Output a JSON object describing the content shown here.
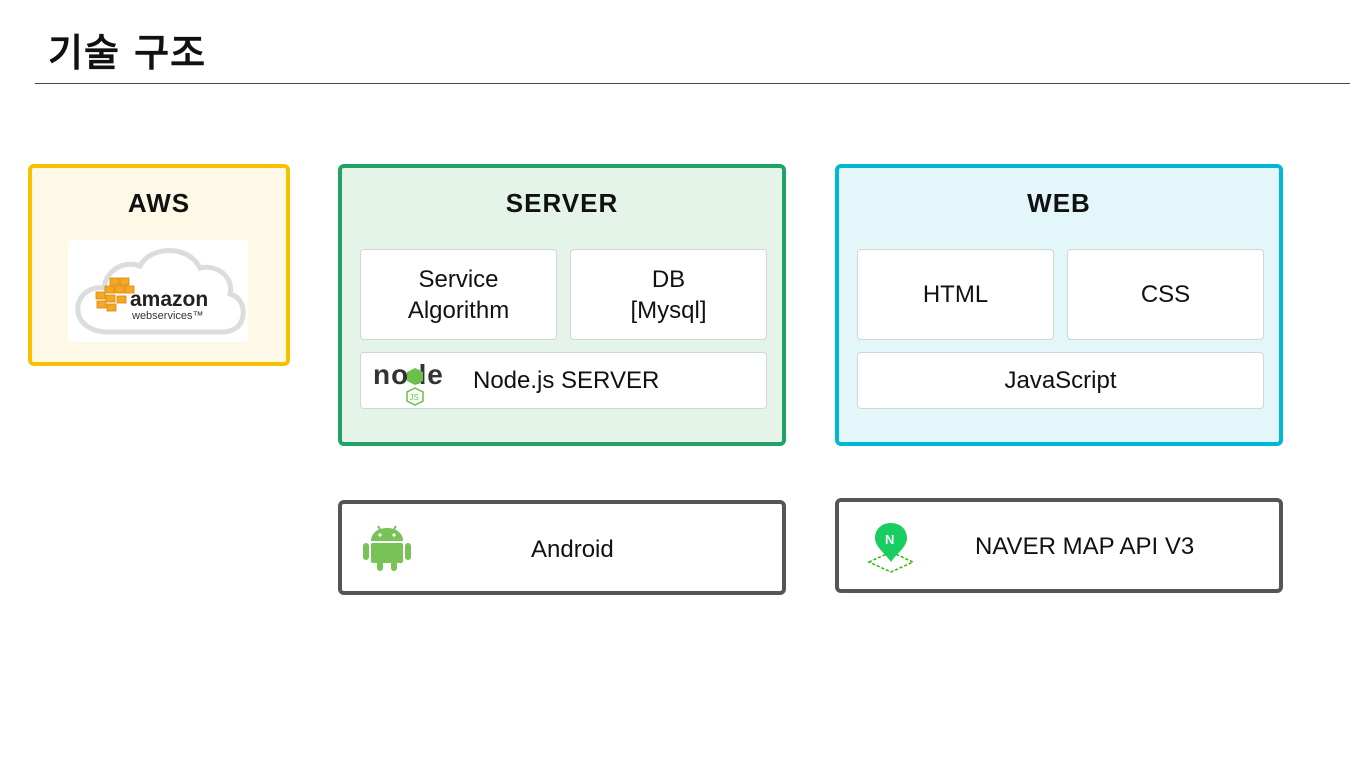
{
  "title": "기술 구조",
  "aws": {
    "title": "AWS",
    "logo_word": "amazon",
    "logo_sub": "webservices™",
    "border_color": "#f7c100",
    "fill_color": "#fef8e6"
  },
  "server": {
    "title": "SERVER",
    "service_line1": "Service",
    "service_line2": "Algorithm",
    "db_line1": "DB",
    "db_line2": "[Mysql]",
    "node_logo_text": "node",
    "node_label": "Node.js SERVER",
    "border_color": "#1fa463"
  },
  "web": {
    "title": "WEB",
    "html_label": "HTML",
    "css_label": "CSS",
    "js_label": "JavaScript",
    "border_color": "#00b8d4"
  },
  "android": {
    "label": "Android",
    "icon": "android-icon"
  },
  "naver": {
    "label": "NAVER MAP API V3",
    "icon": "naver-map-pin-icon"
  }
}
